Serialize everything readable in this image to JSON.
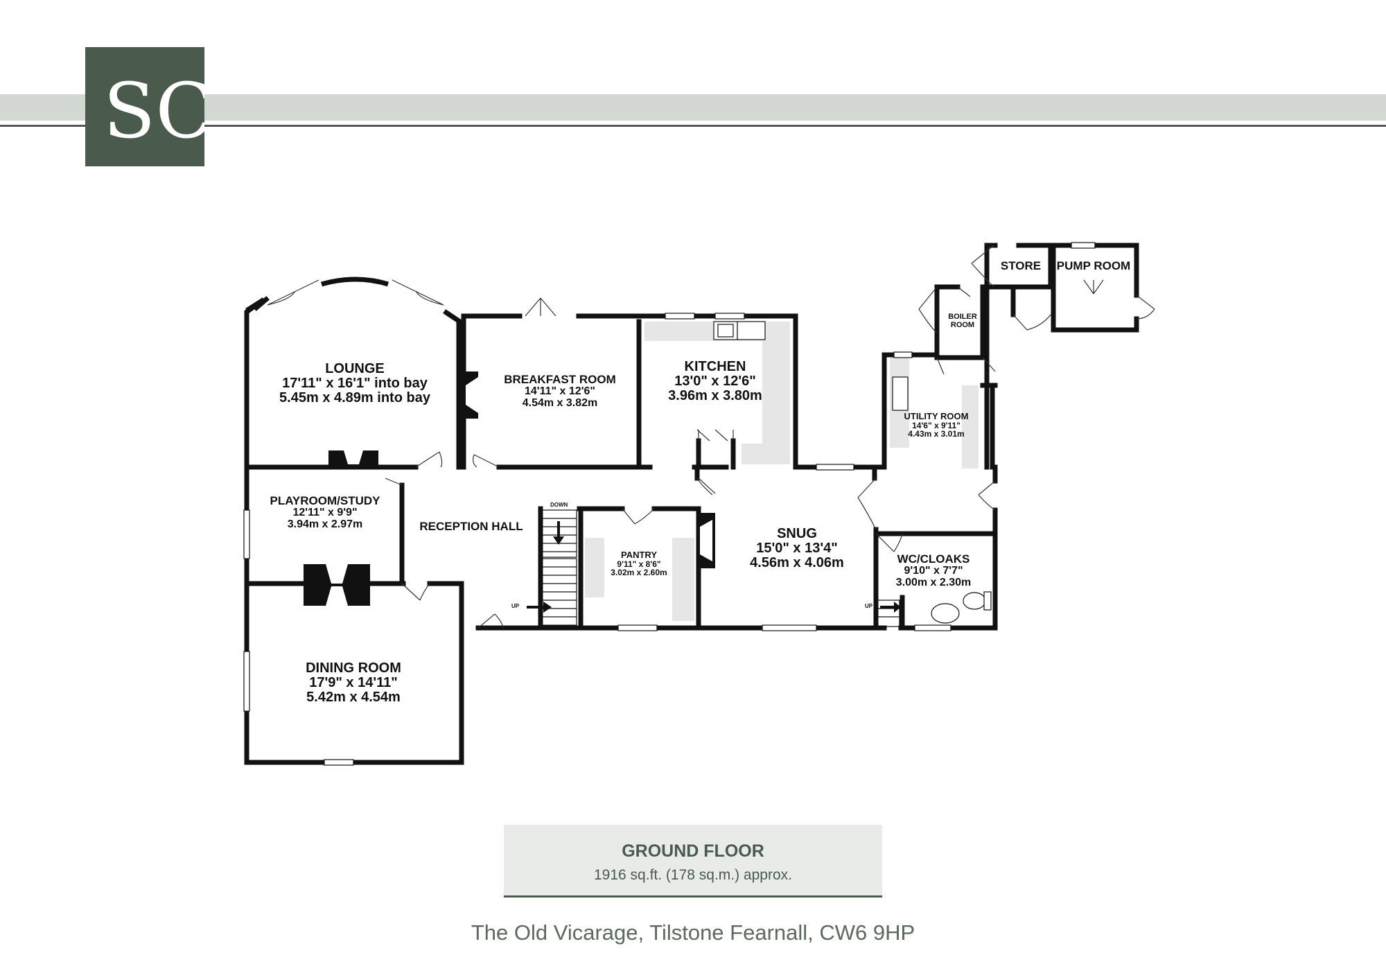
{
  "logo": {
    "text": "SC"
  },
  "rooms": {
    "lounge": {
      "name": "LOUNGE",
      "imperial": "17'11\"  x 16'1\" into bay",
      "metric": "5.45m  x 4.89m into bay"
    },
    "breakfast_room": {
      "name": "BREAKFAST ROOM",
      "imperial": "14'11\"  x 12'6\"",
      "metric": "4.54m  x 3.82m"
    },
    "kitchen": {
      "name": "KITCHEN",
      "imperial": "13'0\"  x 12'6\"",
      "metric": "3.96m  x 3.80m"
    },
    "playroom": {
      "name": "PLAYROOM/STUDY",
      "imperial": "12'11\"  x 9'9\"",
      "metric": "3.94m  x 2.97m"
    },
    "reception_hall": {
      "name": "RECEPTION HALL"
    },
    "pantry": {
      "name": "PANTRY",
      "imperial": "9'11\"  x 8'6\"",
      "metric": "3.02m  x 2.60m"
    },
    "snug": {
      "name": "SNUG",
      "imperial": "15'0\"  x 13'4\"",
      "metric": "4.56m  x 4.06m"
    },
    "dining_room": {
      "name": "DINING ROOM",
      "imperial": "17'9\"  x 14'11\"",
      "metric": "5.42m  x 4.54m"
    },
    "utility_room": {
      "name": "UTILITY ROOM",
      "imperial": "14'6\"  x 9'11\"",
      "metric": "4.43m  x 3.01m"
    },
    "wc_cloaks": {
      "name": "WC/CLOAKS",
      "imperial": "9'10\"  x 7'7\"",
      "metric": "3.00m  x 2.30m"
    },
    "boiler_room": {
      "name": "BOILER ROOM"
    },
    "store": {
      "name": "STORE"
    },
    "pump_room": {
      "name": "PUMP ROOM"
    }
  },
  "stairs": {
    "down": "DOWN",
    "up": "UP"
  },
  "caption": {
    "title": "GROUND FLOOR",
    "area": "1916 sq.ft. (178 sq.m.) approx."
  },
  "address": "The Old Vicarage, Tilstone Fearnall, CW6 9HP",
  "colors": {
    "brand": "#4a5a4d",
    "band": "#d3d8d3",
    "wall": "#111111",
    "fitting": "#e6e6e6"
  }
}
